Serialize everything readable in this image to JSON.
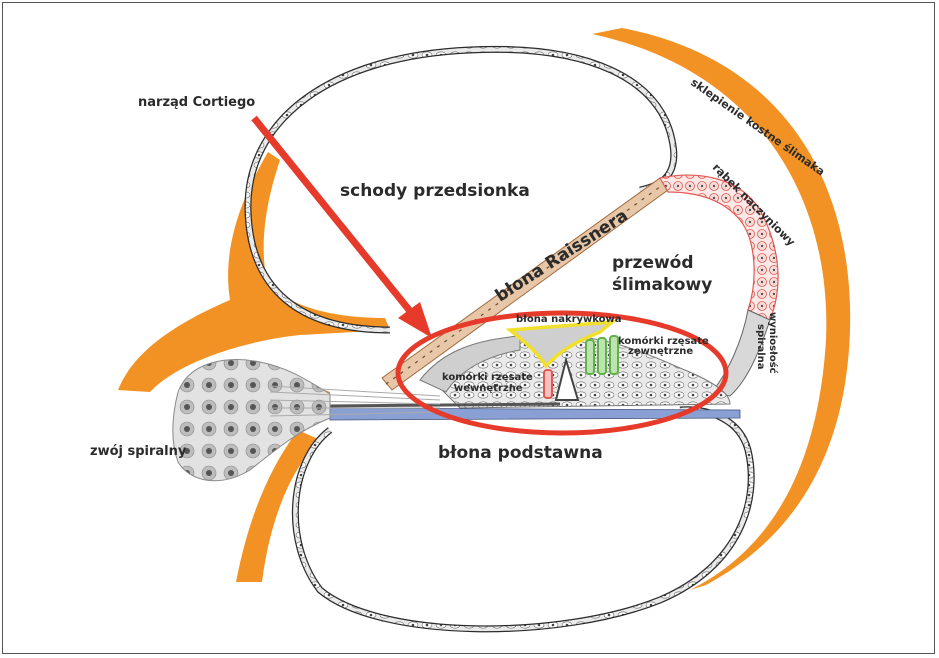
{
  "labels": {
    "organ_corti": "narząd Cortiego",
    "scala_vestibuli": "schody przedsionka",
    "reissner": "błona Raissnera",
    "cochlear_duct_1": "przewód",
    "cochlear_duct_2": "ślimakowy",
    "bony_wall": "sklepienie kostne ślimaka",
    "stria": "rąbek naczyniowy",
    "prominence_1": "wyniosłość",
    "prominence_2": "spiralna",
    "tectorial": "błona nakrywkowa",
    "outer_hair_1": "komórki rzęsate",
    "outer_hair_2": "zewnętrzne",
    "inner_hair_1": "komórki rzęsate",
    "inner_hair_2": "wewnętrzne",
    "spiral_ganglion": "zwój spiralny",
    "basilar": "błona podstawna"
  },
  "colors": {
    "bone": "#f39224",
    "arrow": "#e63a2a",
    "ellipse": "#e63a2a",
    "membrane_dark": "#2c2c2c",
    "reissner_tint": "#e7c7a8",
    "stria_red": "#e05a55",
    "tectorial_yellow": "#f1e02b",
    "hair_green": "#5fb247",
    "basilar_blue": "#8aa0d4",
    "cell_grey": "#c9c9c9"
  }
}
